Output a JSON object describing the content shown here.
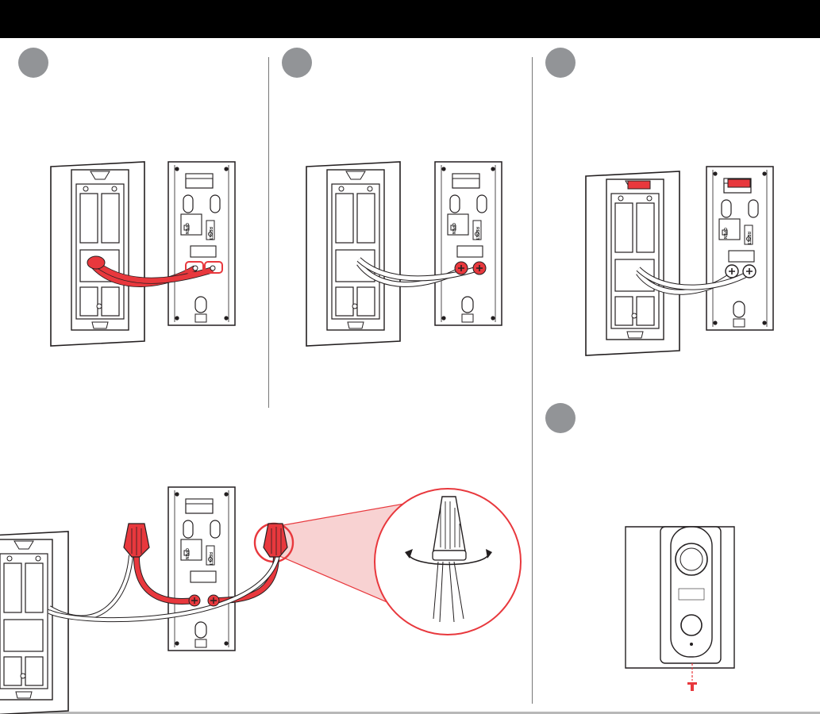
{
  "header": {
    "title": ""
  },
  "steps": [
    {
      "id": "step-1",
      "number": ""
    },
    {
      "id": "step-2",
      "number": ""
    },
    {
      "id": "step-3",
      "number": ""
    },
    {
      "id": "step-4",
      "number": ""
    }
  ],
  "bracket": {
    "open_label": "OPEN",
    "reset_label": "RESET"
  },
  "colors": {
    "header_bg": "#000000",
    "accent_red": "#e8383d",
    "step_circle": "#929497",
    "line": "#231f20",
    "zoom_fill": "#f8d2d2"
  },
  "icons": [
    "rotate-arrow-icon",
    "wire-nut-icon",
    "screw-icon"
  ]
}
